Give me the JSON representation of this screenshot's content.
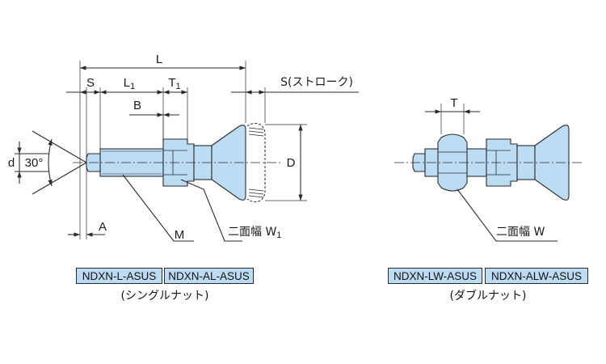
{
  "colors": {
    "part_fill": "#bcdcf4",
    "outline": "#2a2a2a",
    "model_box_fill": "#bcdcf4"
  },
  "single_nut_diagram": {
    "dimension_labels": {
      "L": "L",
      "S": "S",
      "L1_main": "L",
      "L1_sub": "1",
      "T1_main": "T",
      "T1_sub": "1",
      "stroke": "S(ストローク)",
      "B": "B",
      "d": "d",
      "angle": "30°",
      "D": "D",
      "A": "A",
      "M": "M",
      "width_across_flats_main": "二面幅 W",
      "width_across_flats_sub": "1"
    },
    "models": [
      "NDXN-L-ASUS",
      "NDXN-AL-ASUS"
    ],
    "caption": "(シングルナット)"
  },
  "double_nut_diagram": {
    "dimension_labels": {
      "T": "T",
      "width_across_flats": "二面幅 W"
    },
    "models": [
      "NDXN-LW-ASUS",
      "NDXN-ALW-ASUS"
    ],
    "caption": "(ダブルナット)"
  }
}
